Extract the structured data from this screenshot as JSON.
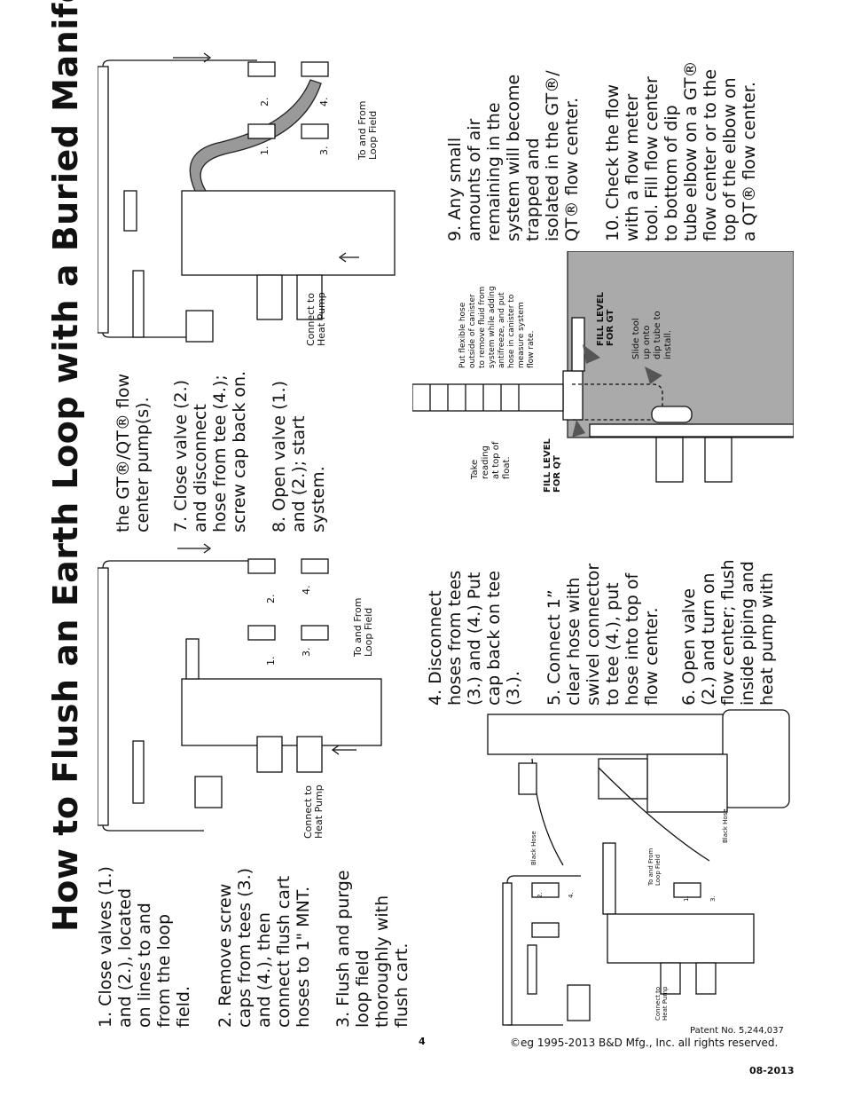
{
  "page": {
    "title": "How to Flush an Earth Loop with a Buried Manifold",
    "page_number": "4",
    "patent": "Patent No. 5,244,037",
    "copyright": "©eg 1995-2013 B&D Mfg., Inc. all rights reserved.",
    "date_code": "08-2013"
  },
  "steps": {
    "s1": "1. Close valves (1.)\nand (2.), located\non lines to and\nfrom  the loop\nfield.",
    "s2": "2. Remove screw\ncaps from tees (3.)\nand (4.), then\nconnect flush cart\nhoses to 1\" MNT.",
    "s3": "3. Flush and purge\nloop field\nthoroughly with\nflush cart.",
    "s4": "4. Disconnect\nhoses from tees\n(3.) and (4.) Put\ncap back on tee\n(3.).",
    "s5": "5. Connect 1”\nclear hose with\nswivel connector\nto tee (4.), put\nhose into top of\nflow center.",
    "s6": "6. Open valve\n(2.) and turn on\nflow center; flush\ninside piping and\nheat pump with",
    "s6b": "the GT®/QT® flow\ncenter pump(s).",
    "s7": "7. Close valve (2.)\nand disconnect\nhose from tee (4.);\nscrew cap back on.",
    "s8": "8. Open valve (1.)\nand (2.); start\nsystem.",
    "s9": "9. Any small\namounts of air\nremaining in the\nsystem will become\ntrapped and\nisolated in the GT®/\nQT® flow center.",
    "s10": "10. Check the flow\nwith a flow meter\ntool. Fill flow center\nto bottom of dip\ntube elbow on a GT®\nflow center or to the\ntop of the elbow on\na QT® flow center."
  },
  "labels": {
    "connect_heat_pump": "Connect to\nHeat Pump",
    "to_from_loop": "To and From\nLoop Field",
    "black_hose": "Black Hose",
    "v1": "1.",
    "v2": "2.",
    "v3": "3.",
    "v4": "4.",
    "put_flexible": "Put flexible hose\noutside of canister\nto remove fluid from\nsystem while adding\nantifreeze, and put\nhose in canister to\nmeasure system\nflow rate.",
    "fill_gt": "FILL LEVEL\nFOR GT",
    "fill_qt": "FILL LEVEL\nFOR QT",
    "slide_tool": "Slide tool\nup onto\ndip tube to\ninstall.",
    "take_reading": "Take\nreading\nat top of\nfloat."
  }
}
